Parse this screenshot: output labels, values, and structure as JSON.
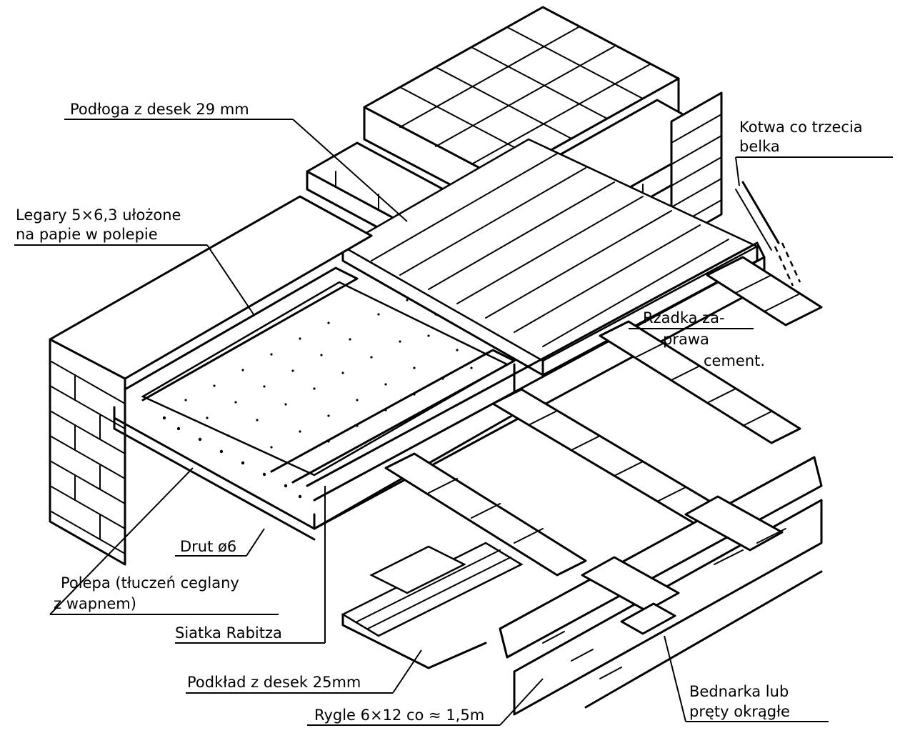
{
  "labels": {
    "podloga": "Podłoga z desek 29 mm",
    "kotwa_1": "Kotwa co trzecia",
    "kotwa_2": "belka",
    "legary_1": "Legary 5×6,3 ułożone",
    "legary_2": "na papie w polepie",
    "rzadka_1": "Rzadka za-",
    "rzadka_2": "prawa",
    "rzadka_3": "cement.",
    "drut": "Drut ø6",
    "polepa_1": "Polepa (tłuczeń ceglany",
    "polepa_2": "z wapnem)",
    "siatka": "Siatka Rabitza",
    "podklad": "Podkład z desek 25mm",
    "rygle": "Rygle 6×12 co ≈ 1,5m",
    "bednarka_1": "Bednarka lub",
    "bednarka_2": "pręty okrągłe"
  },
  "icons": {
    "structure": "floor-construction-drawing"
  }
}
